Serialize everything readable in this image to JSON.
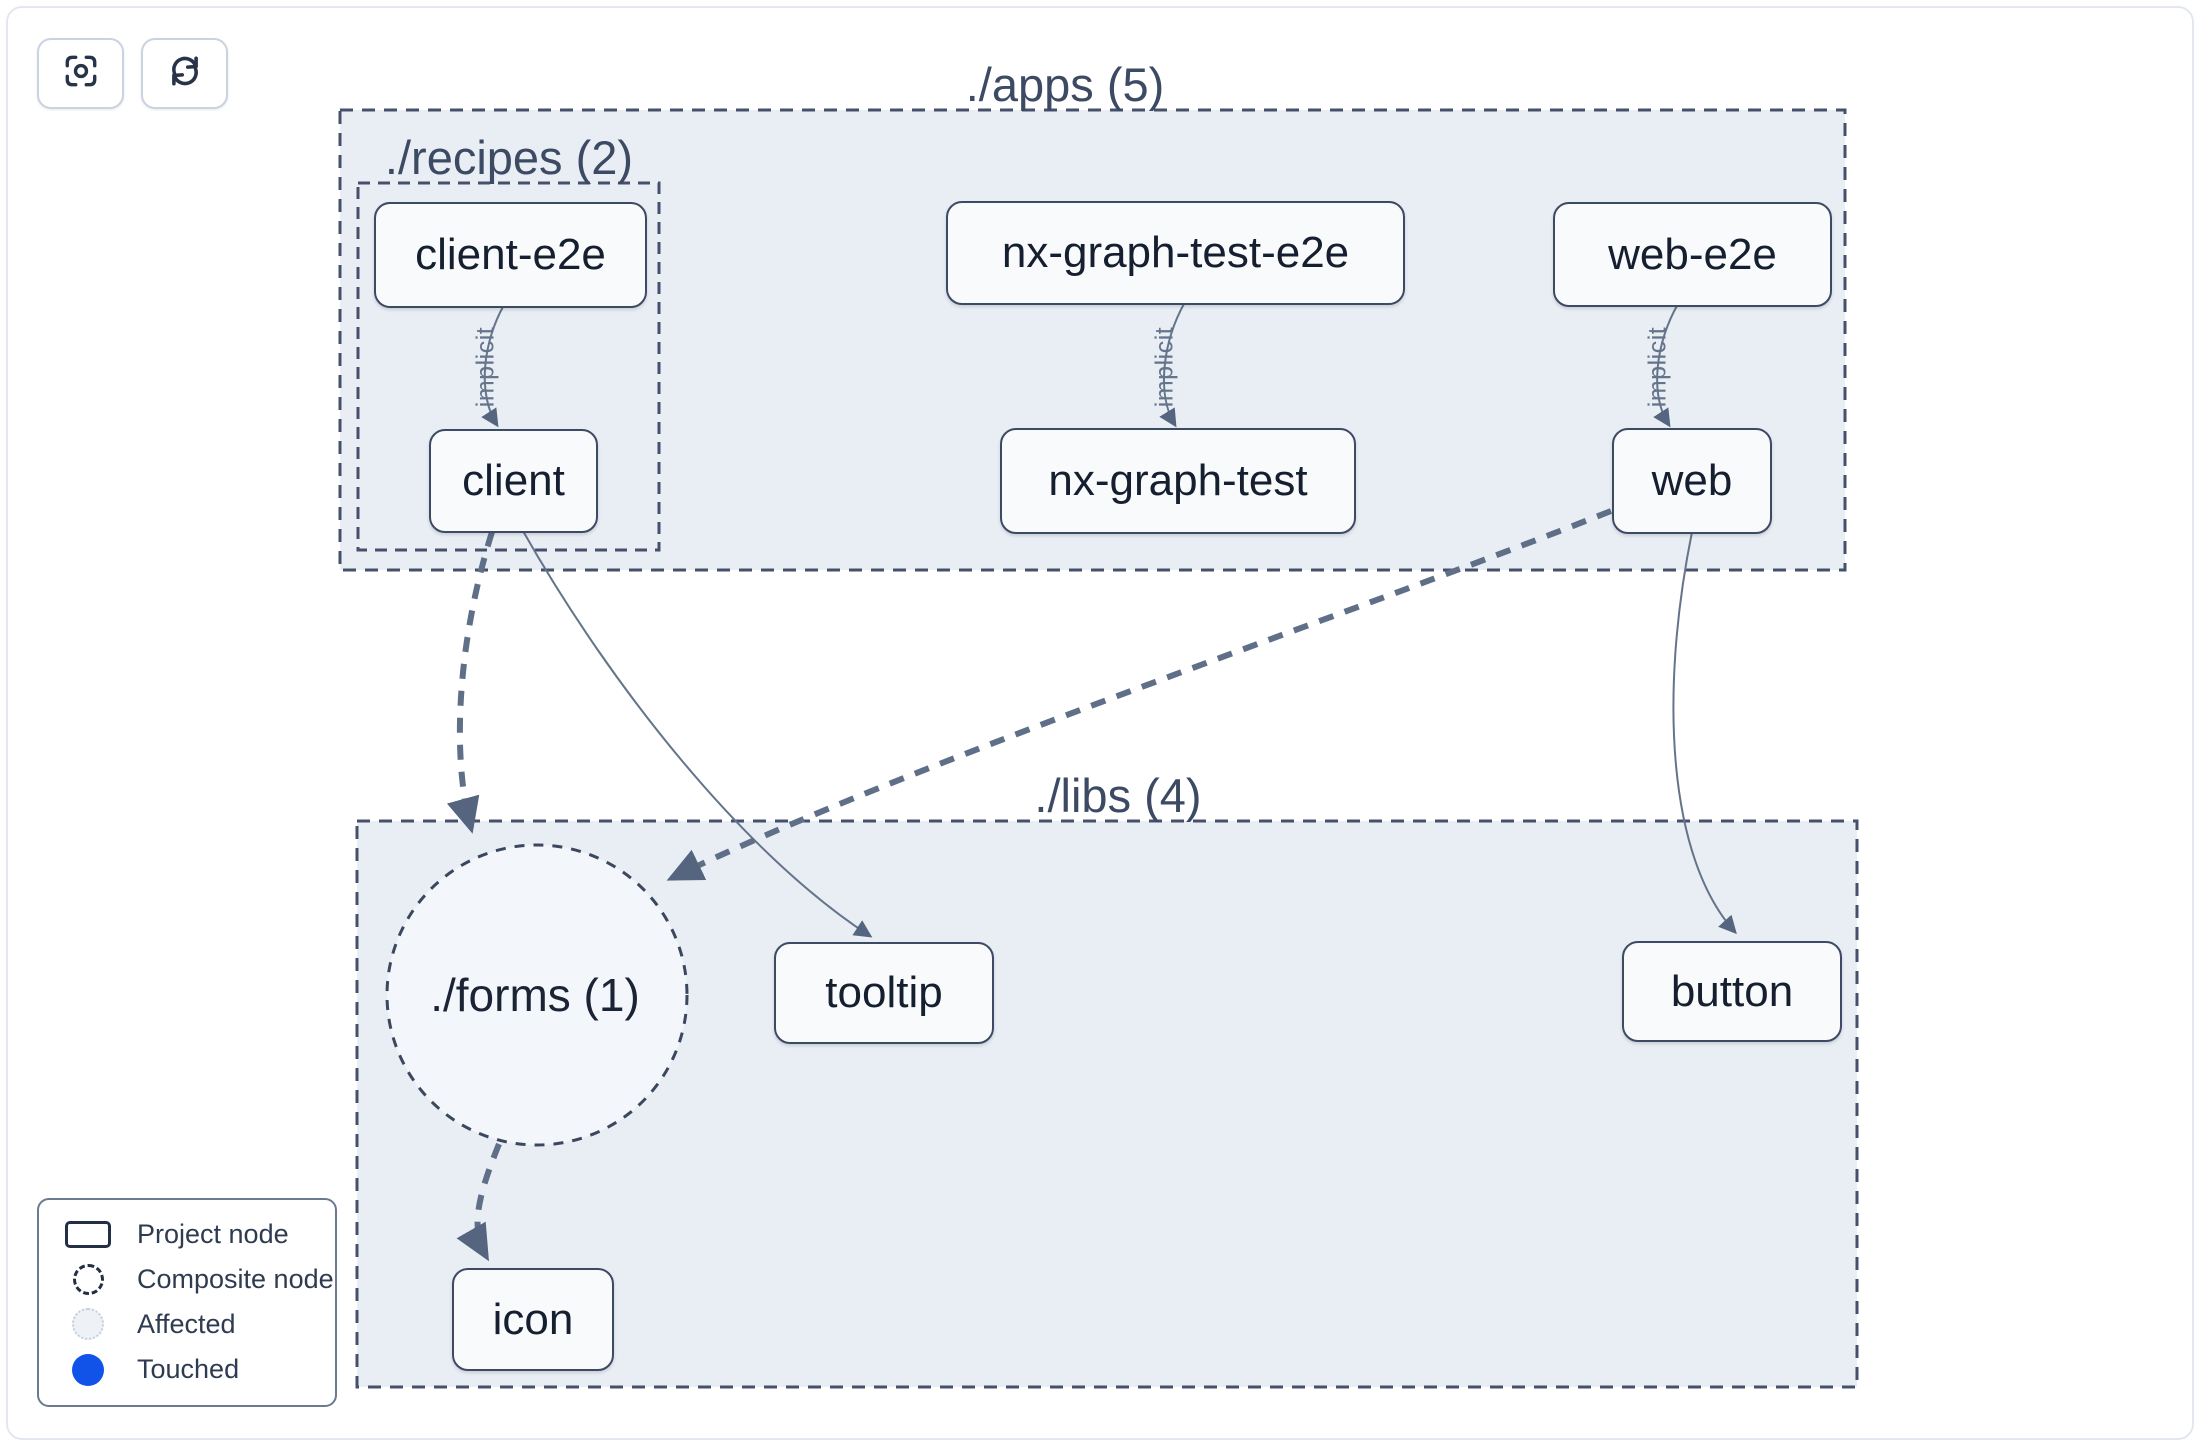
{
  "toolbar": {
    "focus_button": {
      "icon": "focus-crosshair-icon"
    },
    "refresh_button": {
      "icon": "refresh-icon"
    }
  },
  "graph": {
    "clusters": [
      {
        "id": "apps",
        "label": "./apps (5)"
      },
      {
        "id": "recipes",
        "label": "./recipes (2)",
        "parent": "apps"
      },
      {
        "id": "libs",
        "label": "./libs (4)"
      }
    ],
    "composite_nodes": [
      {
        "id": "forms",
        "label": "./forms (1)",
        "parent": "libs"
      }
    ],
    "nodes": [
      {
        "id": "client-e2e",
        "label": "client-e2e",
        "cluster": "recipes"
      },
      {
        "id": "client",
        "label": "client",
        "cluster": "recipes"
      },
      {
        "id": "nx-graph-test-e2e",
        "label": "nx-graph-test-e2e",
        "cluster": "apps"
      },
      {
        "id": "nx-graph-test",
        "label": "nx-graph-test",
        "cluster": "apps"
      },
      {
        "id": "web-e2e",
        "label": "web-e2e",
        "cluster": "apps"
      },
      {
        "id": "web",
        "label": "web",
        "cluster": "apps"
      },
      {
        "id": "tooltip",
        "label": "tooltip",
        "cluster": "libs"
      },
      {
        "id": "button",
        "label": "button",
        "cluster": "libs"
      },
      {
        "id": "icon",
        "label": "icon",
        "cluster": "libs"
      }
    ],
    "edges": [
      {
        "from": "client-e2e",
        "to": "client",
        "label": "implicit",
        "style": "thin-curved"
      },
      {
        "from": "nx-graph-test-e2e",
        "to": "nx-graph-test",
        "label": "implicit",
        "style": "thin-curved"
      },
      {
        "from": "web-e2e",
        "to": "web",
        "label": "implicit",
        "style": "thin-curved"
      },
      {
        "from": "client",
        "to": "./forms (1)",
        "label": "",
        "style": "thick-dashed"
      },
      {
        "from": "client",
        "to": "tooltip",
        "label": "",
        "style": "thin-curved"
      },
      {
        "from": "web",
        "to": "./forms (1)",
        "label": "",
        "style": "thick-dashed"
      },
      {
        "from": "web",
        "to": "button",
        "label": "",
        "style": "thin-curved"
      },
      {
        "from": "./forms (1)",
        "to": "icon",
        "label": "",
        "style": "thick-dashed"
      }
    ]
  },
  "legend": {
    "items": [
      {
        "label": "Project node",
        "symbol": "rect-outline"
      },
      {
        "label": "Composite node",
        "symbol": "dashed-circle"
      },
      {
        "label": "Affected",
        "symbol": "dotted-light-circle"
      },
      {
        "label": "Touched",
        "symbol": "filled-blue-circle"
      }
    ]
  },
  "colors": {
    "touched_blue": "#1152e8",
    "cluster_fill": "#e9eef5",
    "composite_fill": "#f3f6fa",
    "edge": "#64748b",
    "cluster_dash_border": "#45506a",
    "node_border": "#3d4a63",
    "node_text": "#161f30",
    "cluster_title_text": "#3d4a63"
  }
}
